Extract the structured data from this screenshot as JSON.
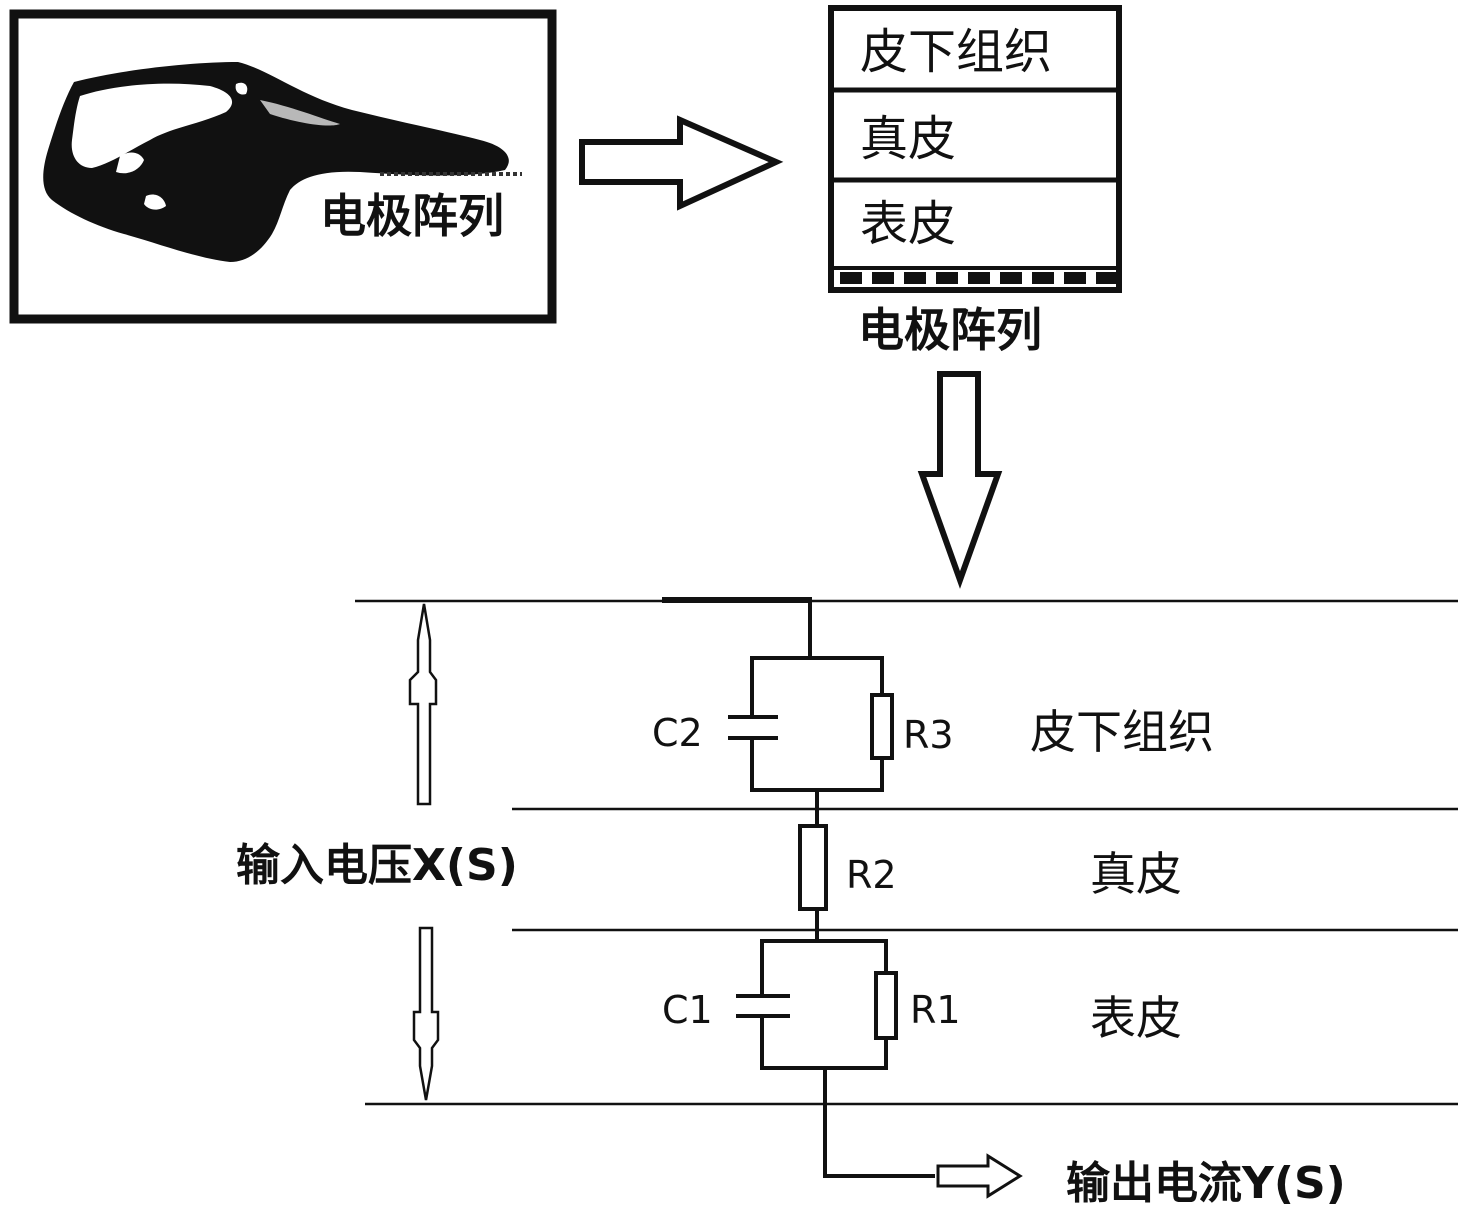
{
  "finger_panel": {
    "label": "电极阵列"
  },
  "layer_stack": {
    "layers": [
      "皮下组织",
      "真皮",
      "表皮"
    ],
    "bottom_label": "电极阵列"
  },
  "circuit": {
    "components": {
      "c2": "C2",
      "r3": "R3",
      "r2": "R2",
      "c1": "C1",
      "r1": "R1"
    },
    "layer_labels": {
      "subcutaneous": "皮下组织",
      "dermis": "真皮",
      "epidermis": "表皮"
    },
    "input_label": "输入电压X(S)",
    "output_label": "输出电流Y(S)"
  }
}
